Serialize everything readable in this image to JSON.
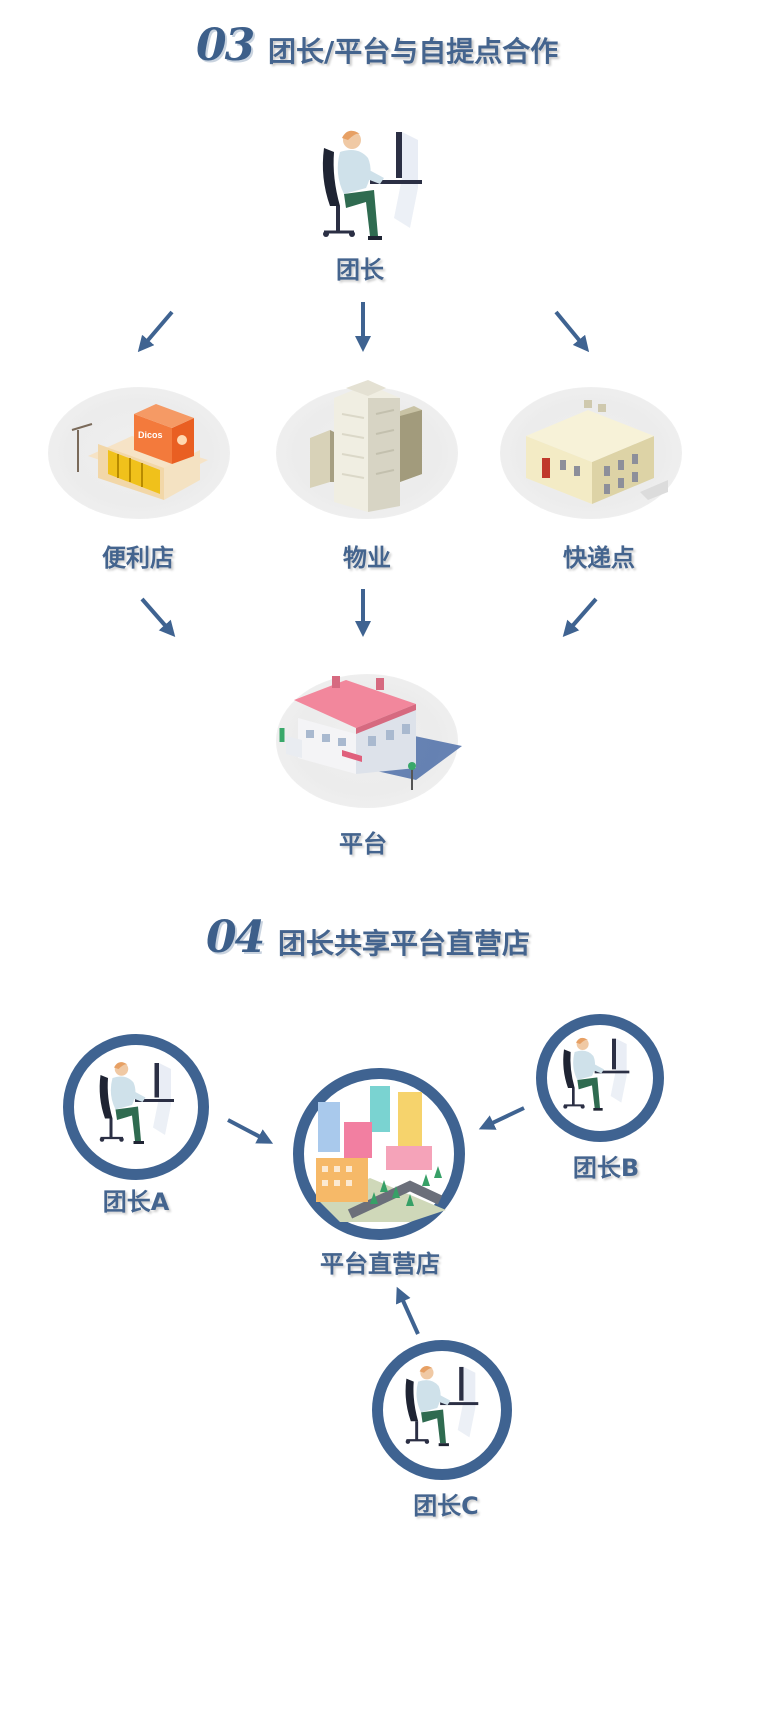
{
  "section3": {
    "number": "03",
    "title": "团长/平台与自提点合作",
    "top_label": "团长",
    "stores": [
      {
        "label": "便利店",
        "sign": "Dicos"
      },
      {
        "label": "物业"
      },
      {
        "label": "快递点"
      }
    ],
    "bottom_label": "平台"
  },
  "section4": {
    "number": "04",
    "title": "团长共享平台直营店",
    "leader_a": "团长A",
    "leader_b": "团长B",
    "leader_c": "团长C",
    "center_label": "平台直营店"
  },
  "colors": {
    "accent": "#3f6391",
    "label_text": "#44648e",
    "arrow": "#3f6391"
  }
}
